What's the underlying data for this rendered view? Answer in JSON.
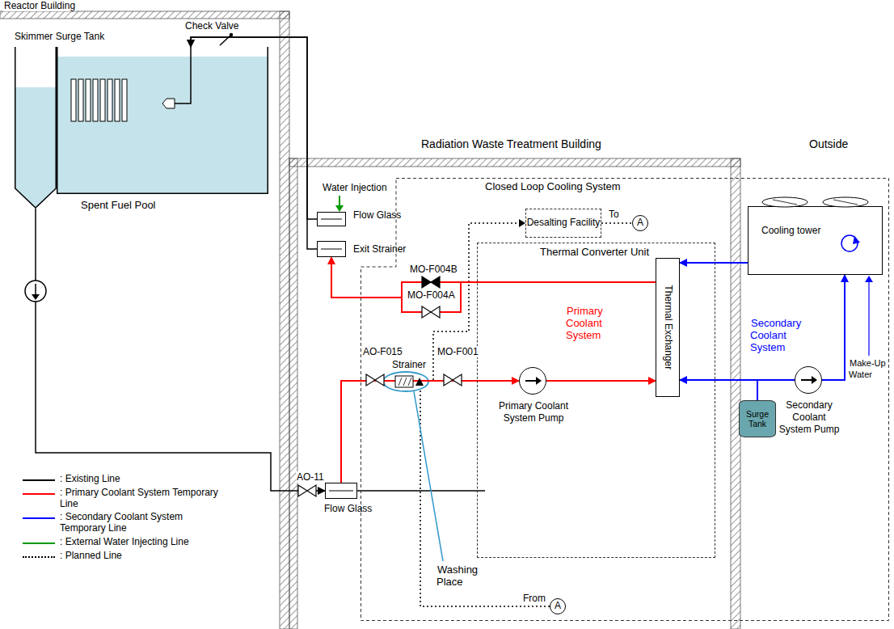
{
  "diagram": {
    "nodes": [
      {
        "text": [
          "Skimmer Surge Tank"
        ]
      },
      {
        "text": [
          "Spent Fuel Pool"
        ]
      },
      {
        "text": [
          "Flow Glass"
        ]
      },
      {
        "text": [
          "Exit Strainer"
        ]
      },
      {
        "text": [
          "Closed Loop Cooling System"
        ]
      },
      {
        "text": [
          "Desalting Facility"
        ],
        "in": 4
      },
      {
        "text": [
          "A"
        ],
        "in": 4
      },
      {
        "text": [
          "Thermal Converter Unit"
        ],
        "in": 4
      },
      {
        "text": [
          "Thermal Exchanger"
        ],
        "in": 7
      },
      {
        "text": [
          "Cooling tower"
        ],
        "in": 4
      },
      {
        "text": [
          "Primary Coolant System Pump"
        ],
        "in": 7
      },
      {
        "text": [
          "Secondary Coolant System Pump"
        ],
        "in": 4
      },
      {
        "text": [
          "Surge Tank"
        ],
        "in": 4
      },
      {
        "text": [
          "Flow Glass"
        ]
      },
      {
        "text": [
          "A"
        ],
        "in": 4
      }
    ],
    "edges": [
      {
        "from": 0,
        "to": 13,
        "arrow": "to"
      },
      {
        "from": 13,
        "to": 10,
        "arrow": "to"
      },
      {
        "from": 10,
        "to": 8,
        "arrow": "to"
      },
      {
        "from": 8,
        "to": 3,
        "arrow": "to"
      },
      {
        "from": 3,
        "to": 1,
        "arrow": "to"
      },
      {
        "from": 2,
        "to": 1,
        "arrow": "to"
      },
      {
        "from": 9,
        "to": 8,
        "arrow": "to"
      },
      {
        "from": 11,
        "to": 8,
        "arrow": "to"
      },
      {
        "from": 11,
        "to": 9,
        "arrow": "to"
      },
      {
        "from": 12,
        "to": 11,
        "arrow": "none"
      },
      {
        "from": 5,
        "to": 6,
        "arrow": "none"
      }
    ],
    "labels": [
      "Reactor Building",
      "Radiation Waste Treatment Building",
      "Outside",
      "Check Valve",
      "Water Injection",
      "To",
      "MO-F004B",
      "MO-F004A",
      "Primary Coolant System",
      "Secondary Coolant System",
      "Make-Up Water",
      "AO-F015",
      "Strainer",
      "MO-F001",
      "AO-11",
      "Washing Place",
      "From"
    ],
    "legend": [
      {
        "text": ": Existing Line",
        "color": "#000000"
      },
      {
        "text": ": Primary Coolant System Temporary Line",
        "color": "#ff0000"
      },
      {
        "text": ": Secondary Coolant System Temporary Line",
        "color": "#0000ff"
      },
      {
        "text": ": External Water Injecting Line",
        "color": "#009900"
      },
      {
        "text": ": Planned Line"
      }
    ]
  }
}
